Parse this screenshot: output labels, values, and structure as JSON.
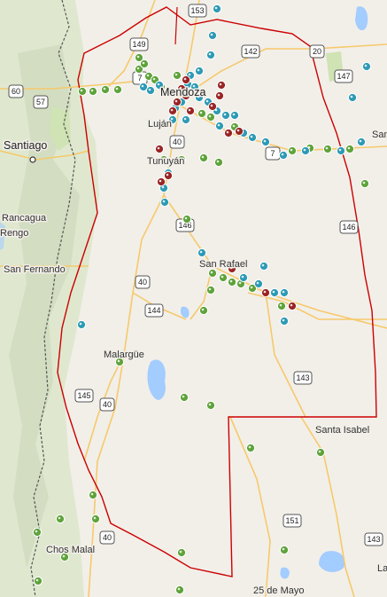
{
  "map": {
    "places": [
      {
        "name": "Mendoza",
        "kind": "big"
      },
      {
        "name": "Luján",
        "kind": "small"
      },
      {
        "name": "Tunuyán",
        "kind": "small"
      },
      {
        "name": "San Rafael",
        "kind": "medium"
      },
      {
        "name": "Malargüe",
        "kind": "small"
      },
      {
        "name": "Santiago",
        "kind": "big"
      },
      {
        "name": "Rancagua",
        "kind": "small"
      },
      {
        "name": "Rengo",
        "kind": "small"
      },
      {
        "name": "San Fernando",
        "kind": "small"
      },
      {
        "name": "Chos Malal",
        "kind": "small"
      },
      {
        "name": "Santa Isabel",
        "kind": "small"
      },
      {
        "name": "25 de Mayo",
        "kind": "small"
      },
      {
        "name": "San",
        "kind": "small"
      },
      {
        "name": "La",
        "kind": "small"
      }
    ],
    "route_shields": [
      "153",
      "149",
      "142",
      "20",
      "147",
      "7",
      "60",
      "57",
      "40",
      "7",
      "146",
      "146",
      "40",
      "144",
      "143",
      "145",
      "40",
      "151",
      "143",
      "40"
    ],
    "colors": {
      "land": "#f2efe9",
      "terrain": "#dfe8cf",
      "water": "#a3ccff",
      "province_border": "#cc0000",
      "country_border": "#555555",
      "road": "#f6c96b",
      "marker_green": "#5ea33a",
      "marker_teal": "#2d9ab5",
      "marker_red": "#9a2424"
    },
    "marker_icons": [
      "green-station-marker-icon",
      "teal-station-marker-icon",
      "red-station-marker-icon"
    ]
  }
}
